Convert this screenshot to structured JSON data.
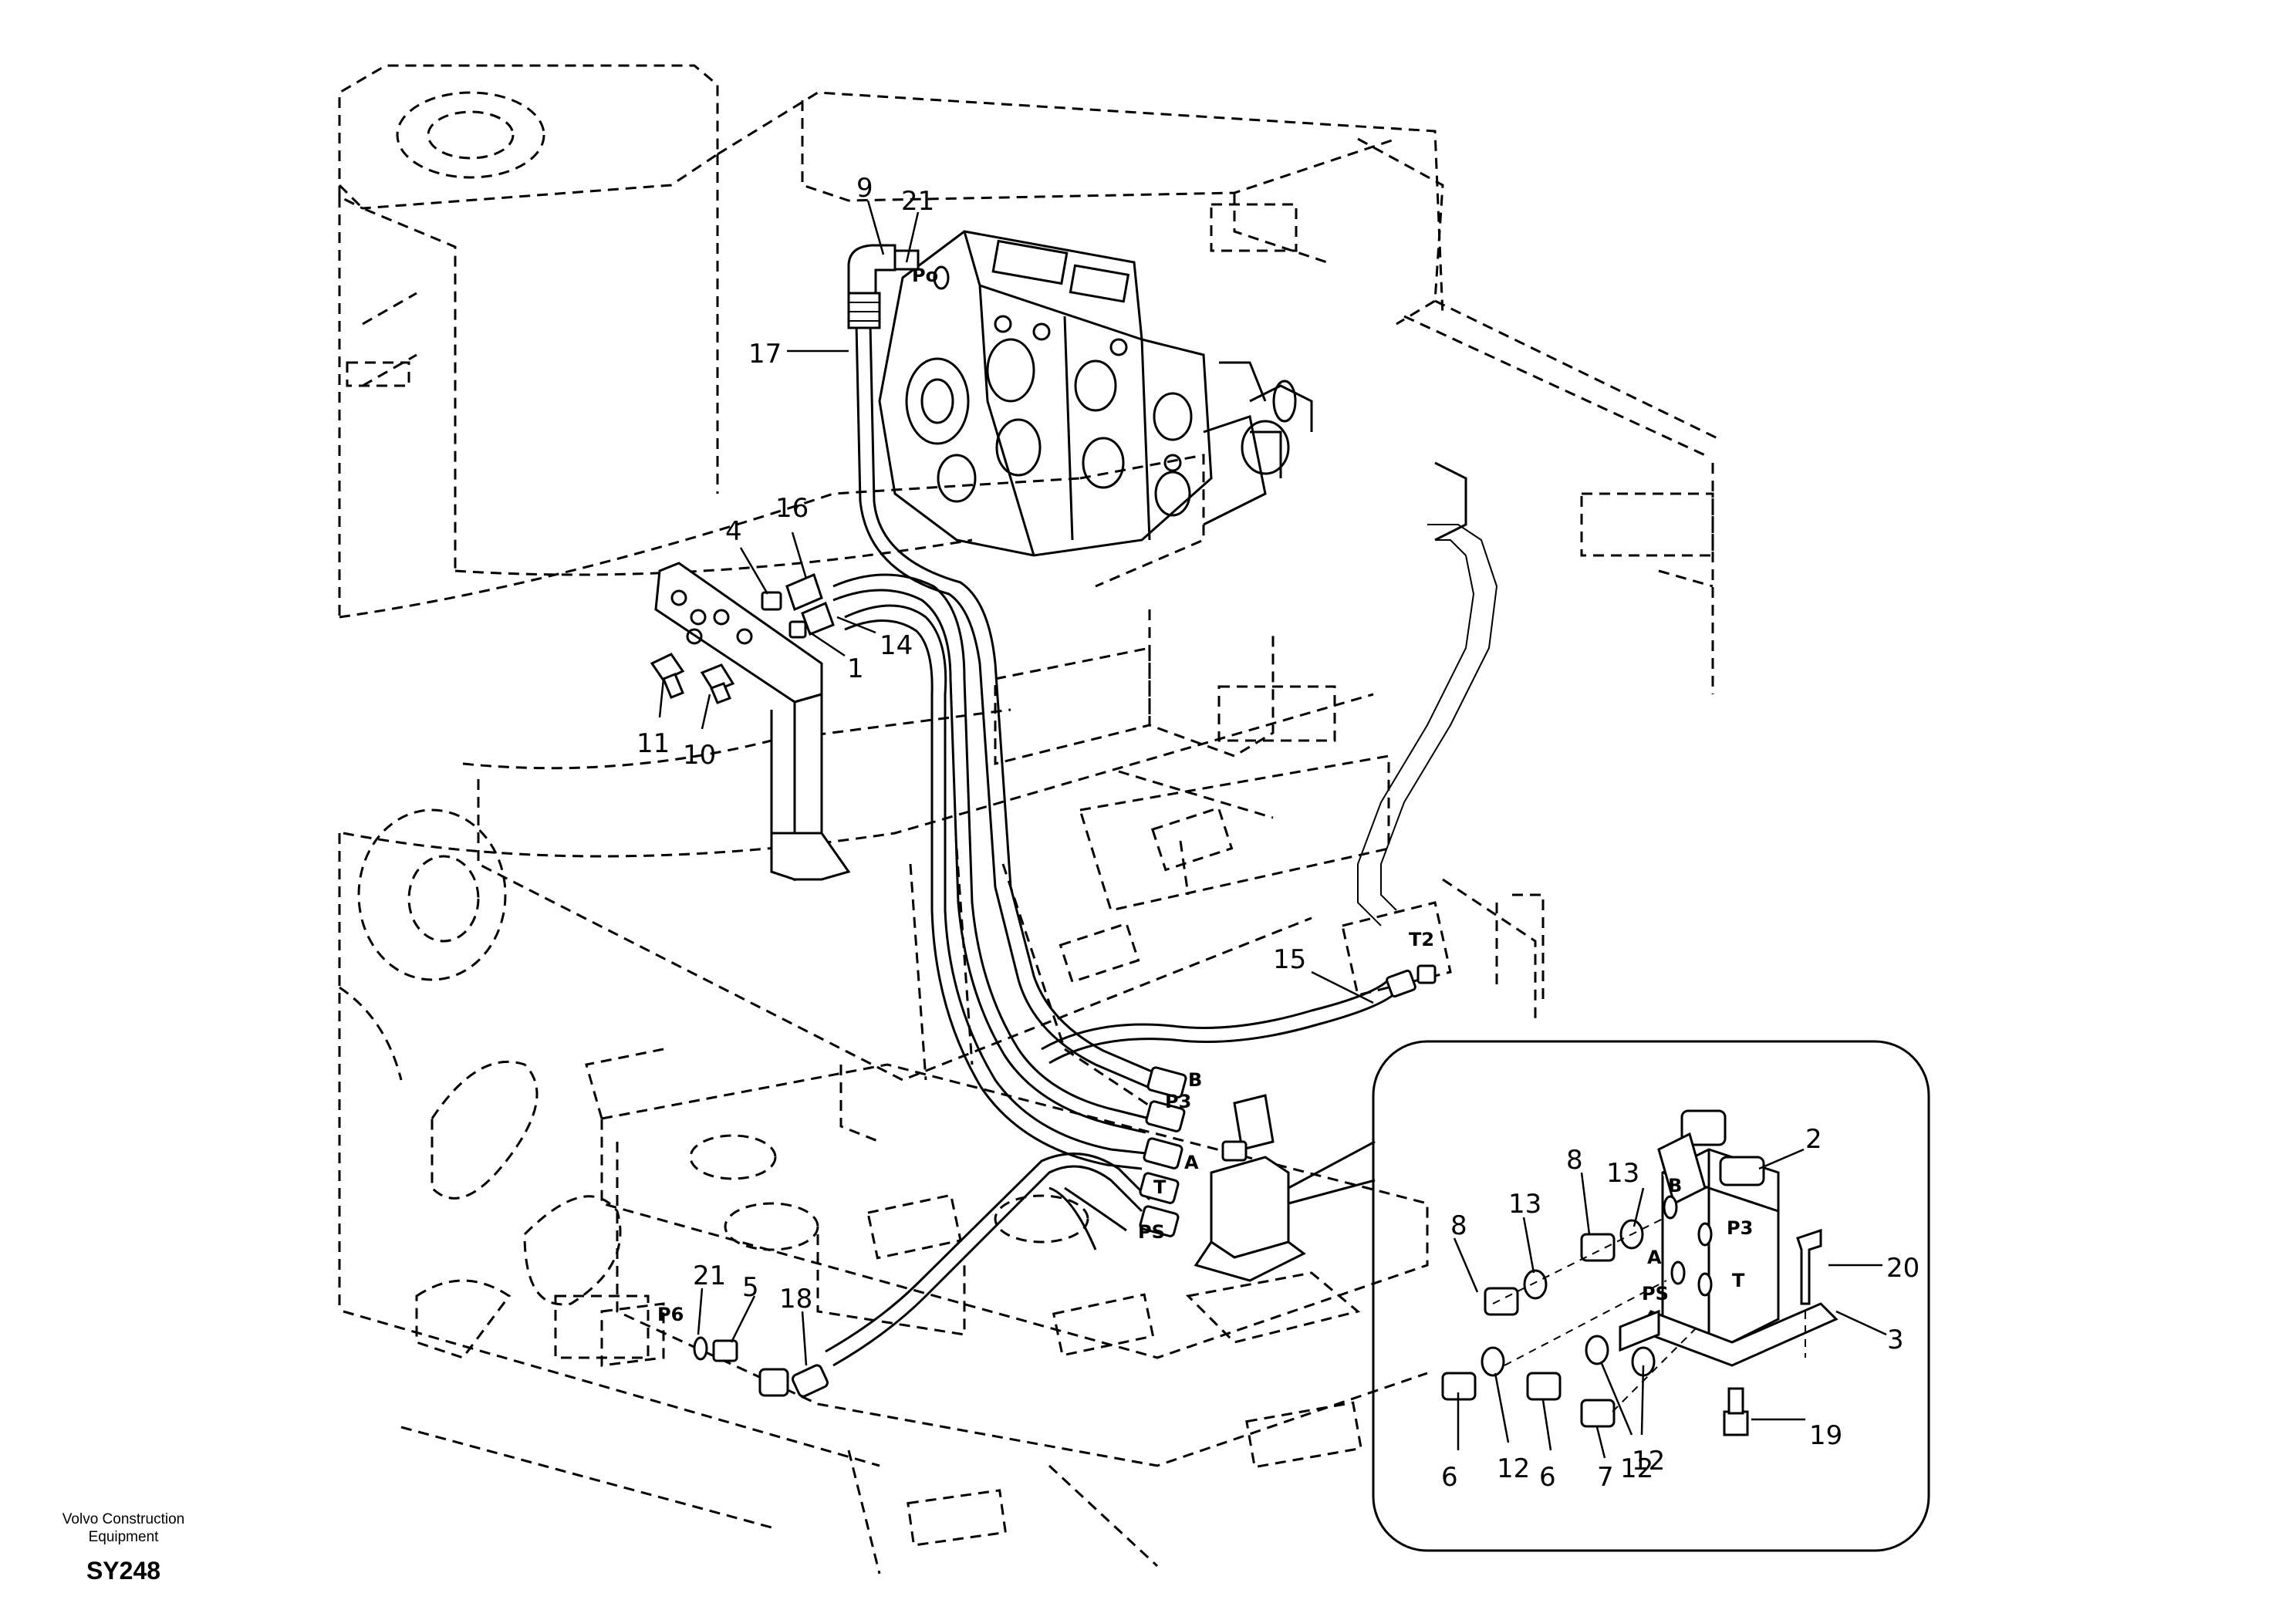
{
  "diagram": {
    "callouts": [
      "1",
      "2",
      "3",
      "4",
      "5",
      "6",
      "6",
      "7",
      "8",
      "8",
      "9",
      "10",
      "11",
      "12",
      "12",
      "12",
      "13",
      "13",
      "14",
      "15",
      "16",
      "17",
      "18",
      "19",
      "20",
      "21",
      "21"
    ],
    "port_labels": {
      "po": "Po",
      "p6": "P6",
      "t2": "T2",
      "b_main": "B",
      "p3_main": "P3",
      "a_main": "A",
      "t_main": "T",
      "ps_main": "PS",
      "b_inset": "B",
      "p3_inset": "P3",
      "a_inset": "A",
      "t_inset": "T",
      "ps_inset": "PS"
    }
  },
  "footer": {
    "brand_line1": "Volvo Construction",
    "brand_line2": "Equipment",
    "code": "SY248"
  }
}
